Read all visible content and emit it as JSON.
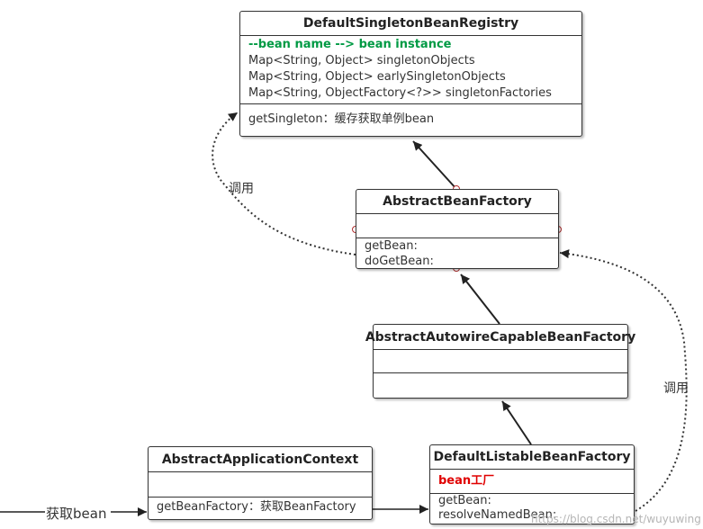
{
  "registry": {
    "title": "DefaultSingletonBeanRegistry",
    "comment": "--bean name --> bean instance",
    "fields": [
      "Map<String, Object> singletonObjects",
      "Map<String, Object> earlySingletonObjects",
      "Map<String, ObjectFactory<?>> singletonFactories"
    ],
    "methods": [
      "getSingleton：缓存获取单例bean"
    ]
  },
  "abstract_bean_factory": {
    "title": "AbstractBeanFactory",
    "methods": [
      "getBean:",
      "doGetBean:"
    ]
  },
  "autowire_factory": {
    "title": "AbstractAutowireCapableBeanFactory"
  },
  "listable_factory": {
    "title": "DefaultListableBeanFactory",
    "note": "bean工厂",
    "methods": [
      "getBean:",
      "resolveNamedBean:"
    ]
  },
  "app_context": {
    "title": "AbstractApplicationContext",
    "methods": [
      "getBeanFactory：获取BeanFactory"
    ]
  },
  "labels": {
    "call_left": "调用",
    "call_right": "调用",
    "entry": "获取bean"
  },
  "watermark": "https://blog.csdn.net/wuyuwing",
  "colors": {
    "comment_green": "#009a44",
    "note_red": "#e00000",
    "border": "#333333"
  }
}
